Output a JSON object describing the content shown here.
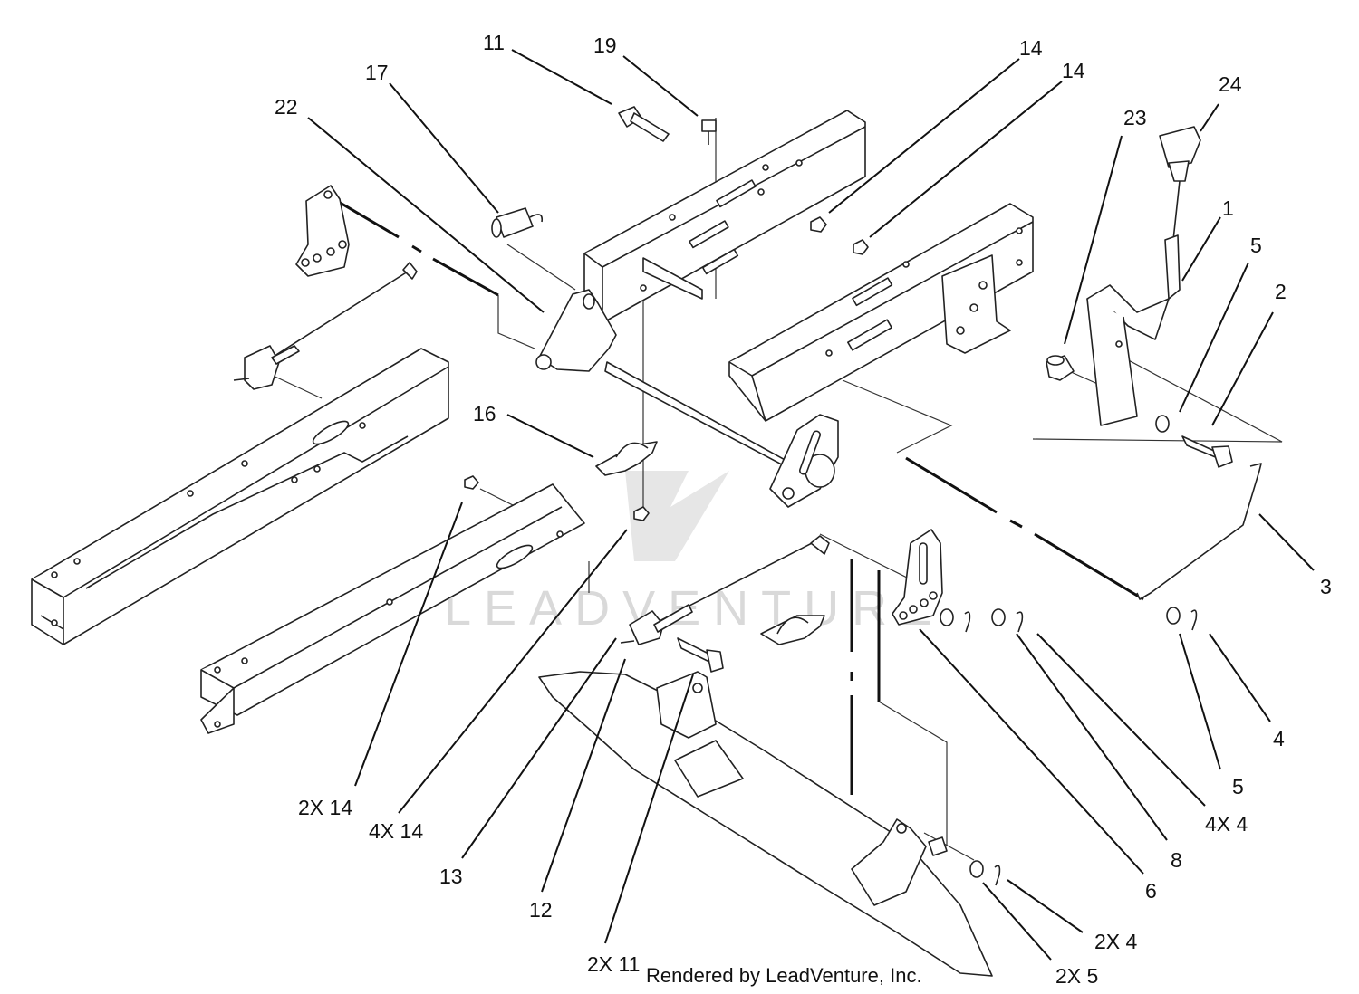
{
  "callouts": {
    "c11_top": "11",
    "c19": "19",
    "c17": "17",
    "c22": "22",
    "c14_a": "14",
    "c14_b": "14",
    "c24": "24",
    "c23": "23",
    "c1": "1",
    "c5_top": "5",
    "c2": "2",
    "c16": "16",
    "c3": "3",
    "c4": "4",
    "c5_bottom": "5",
    "c4x4": "4X 4",
    "c8": "8",
    "c6": "6",
    "c2x4": "2X 4",
    "c2x5": "2X 5",
    "c2x14": "2X 14",
    "c4x14": "4X 14",
    "c13": "13",
    "c12": "12",
    "c2x11": "2X 11"
  },
  "footer": "Rendered by LeadVenture, Inc.",
  "watermark": "LEADVENTURE",
  "colors": {
    "ink": "#111111",
    "watermark": "#d9d9d9",
    "background": "#ffffff"
  }
}
